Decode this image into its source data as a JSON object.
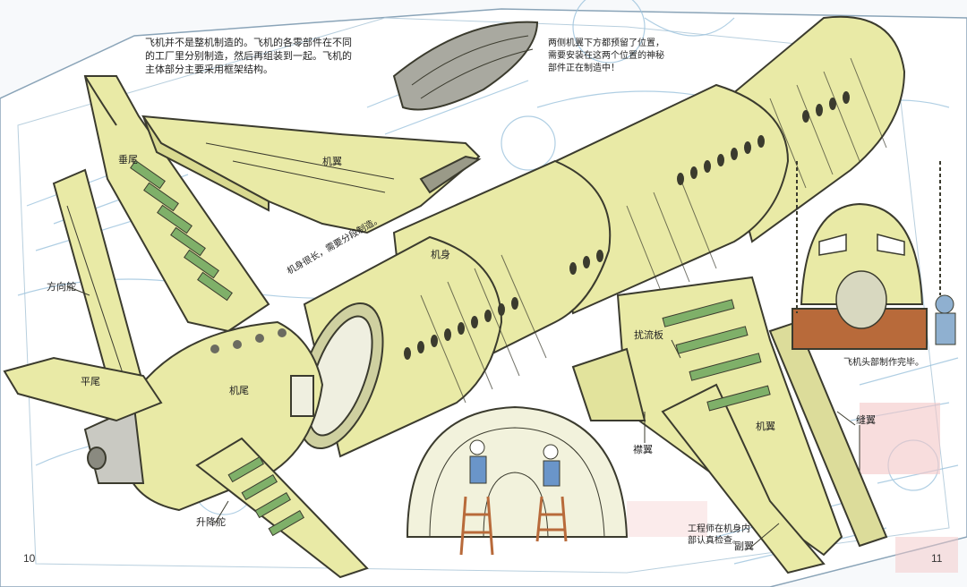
{
  "intro_text": "飞机并不是整机制造的。飞机的各零部件在不同的工厂里分别制造，然后再组装到一起。飞机的主体部分主要采用框架结构。",
  "note_hidden_part": "两侧机翼下方都预留了位置，需要安装在这两个位置的神秘部件正在制造中！",
  "note_fuselage": "机身很长，需要分段制造。",
  "note_nose_done": "飞机头部制作完毕。",
  "note_engineers": "工程师在机身内部认真检查。",
  "labels": {
    "wing_top": "机翼",
    "vertical_tail": "垂尾",
    "rudder": "方向舵",
    "horizontal_tail": "平尾",
    "tail_section": "机尾",
    "elevator": "升降舵",
    "fuselage": "机身",
    "spoiler": "扰流板",
    "flap": "襟翼",
    "slat": "缝翼",
    "wing_right": "机翼",
    "aileron": "副翼"
  },
  "page_left": "10",
  "page_right": "11",
  "colors": {
    "part_fill": "#e9eaa6",
    "part_stroke": "#3b3b2e",
    "rib_green": "#7fb069",
    "blueprint": "#9cc3dd",
    "paper": "#ffffff",
    "background": "#f7f9fb"
  }
}
